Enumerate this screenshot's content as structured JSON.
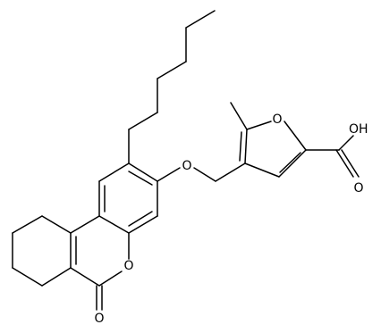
{
  "molecule": {
    "atom_labels": {
      "furan_oxygen": "O",
      "acid_hydroxyl": "OH",
      "acid_carbonyl": "O",
      "ether_oxygen": "O",
      "lactone_ring_oxygen": "O",
      "lactone_carbonyl": "O"
    }
  },
  "colors": {
    "bond": "#000000",
    "label": "#000000",
    "background": "#ffffff"
  }
}
